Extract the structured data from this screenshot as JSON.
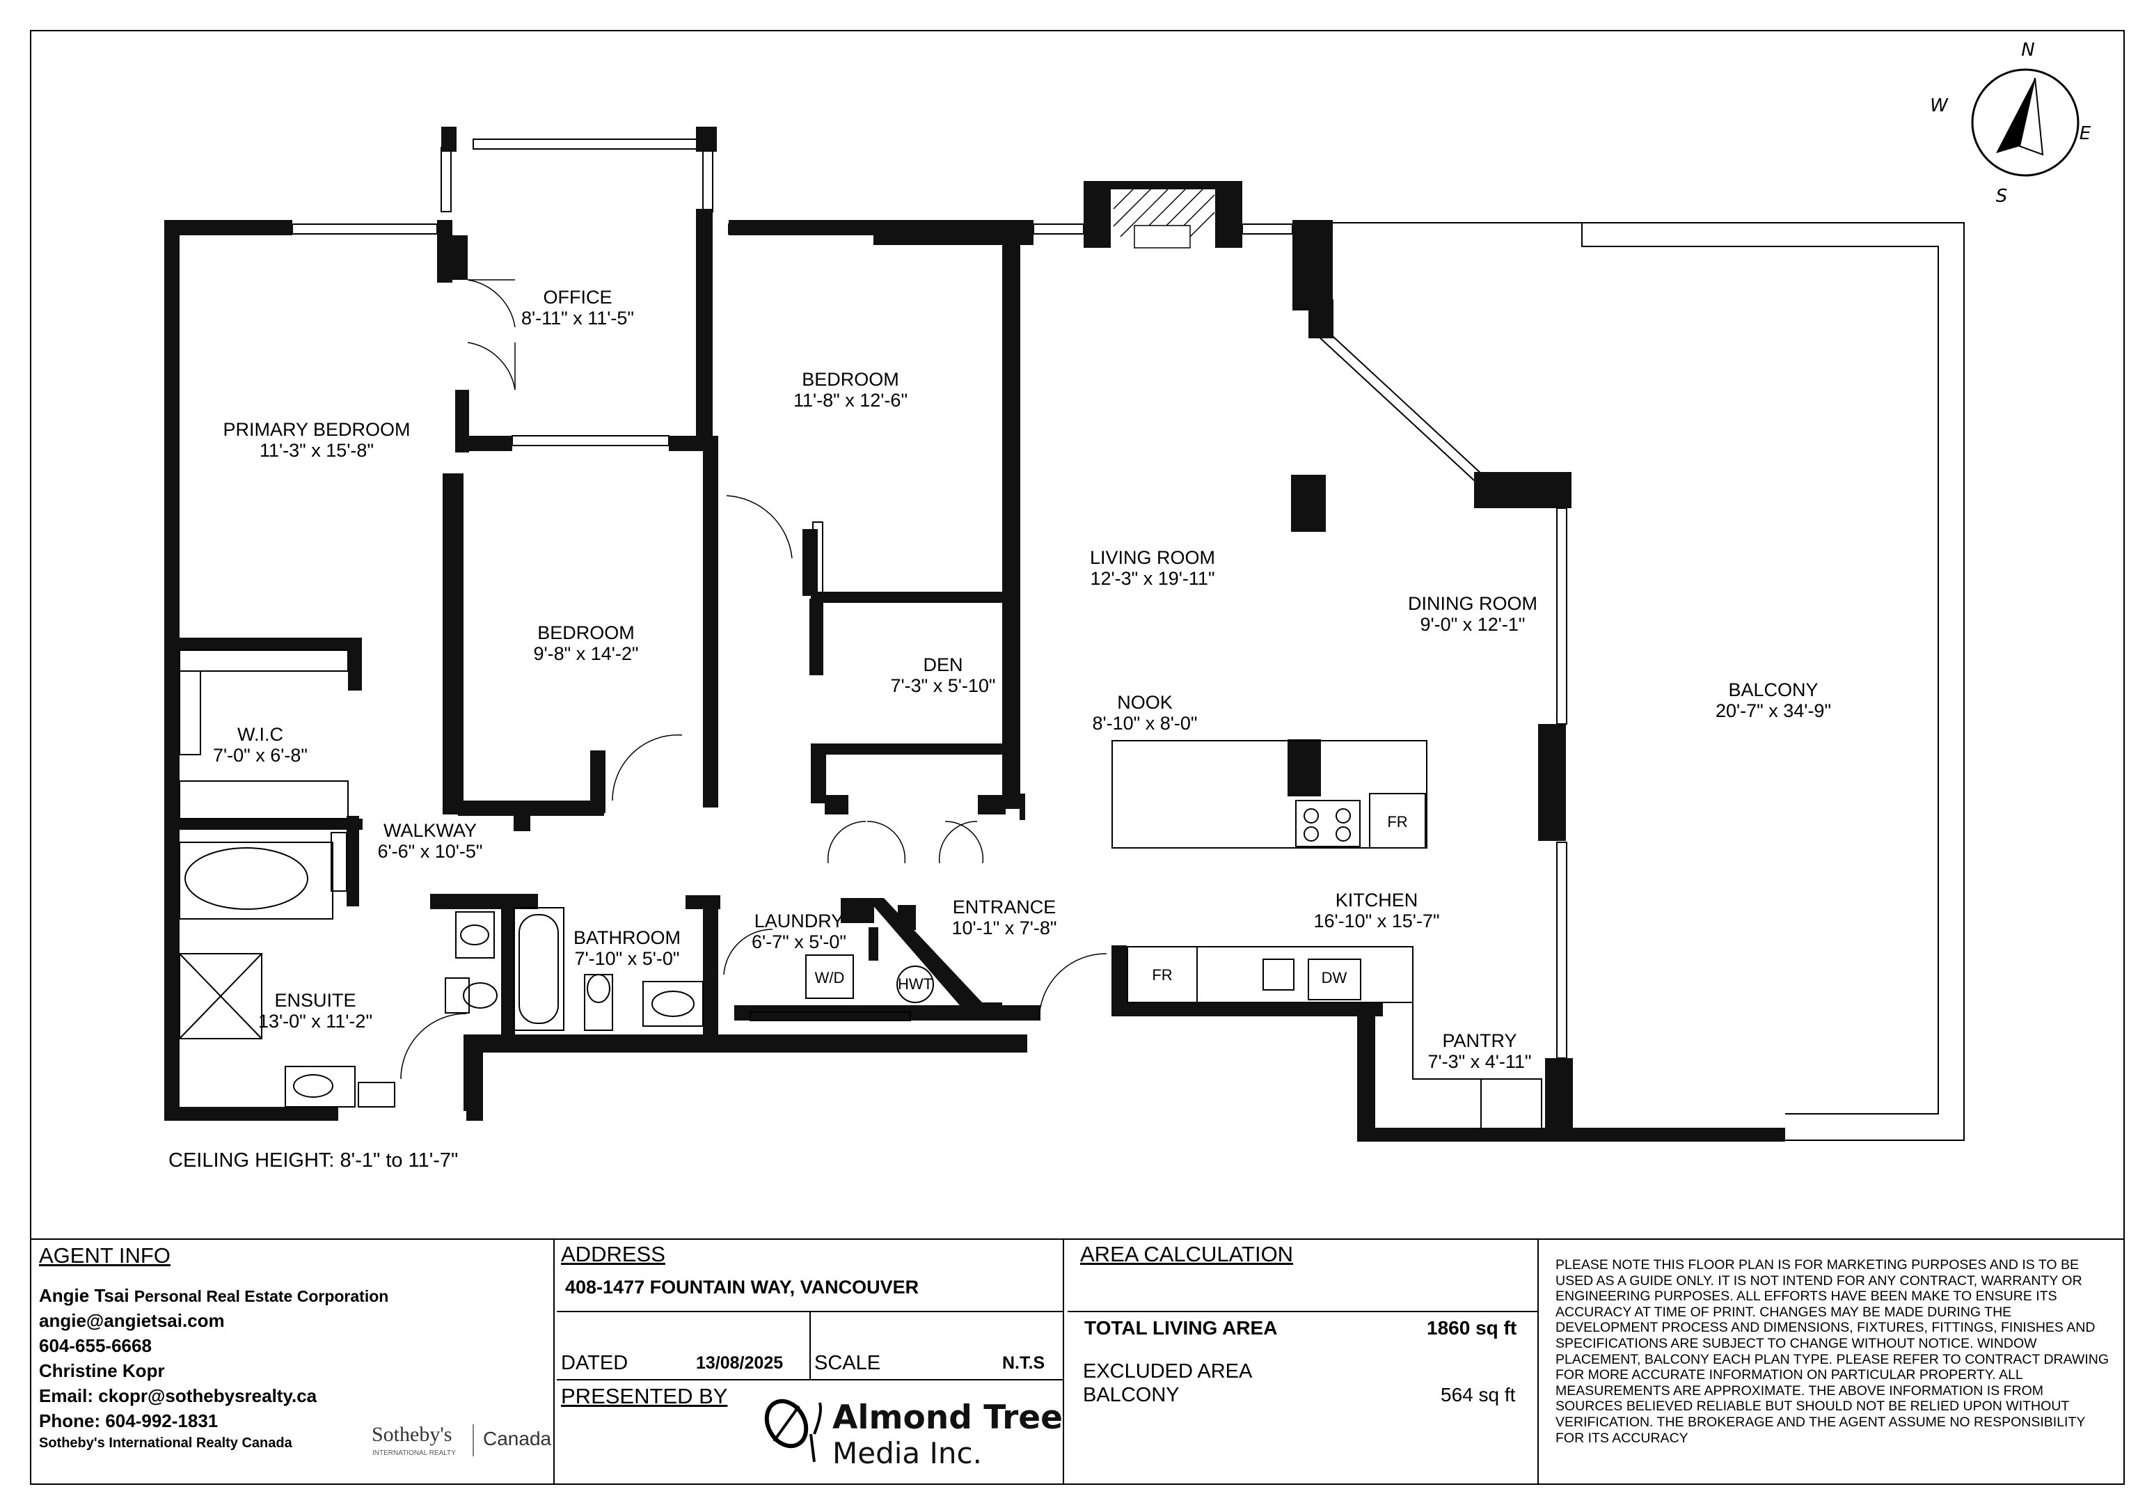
{
  "rooms": [
    {
      "name": "OFFICE",
      "size": "8'-11\" x 11'-5\""
    },
    {
      "name": "PRIMARY BEDROOM",
      "size": "11'-3\" x 15'-8\""
    },
    {
      "name": "BEDROOM",
      "size": "11'-8\" x 12'-6\""
    },
    {
      "name": "BEDROOM",
      "size": "9'-8\" x 14'-2\""
    },
    {
      "name": "W.I.C",
      "size": "7'-0\" x 6'-8\""
    },
    {
      "name": "DEN",
      "size": "7'-3\" x 5'-10\""
    },
    {
      "name": "LIVING ROOM",
      "size": "12'-3\" x 19'-11\""
    },
    {
      "name": "DINING ROOM",
      "size": "9'-0\" x 12'-1\""
    },
    {
      "name": "NOOK",
      "size": "8'-10\" x 8'-0\""
    },
    {
      "name": "BALCONY",
      "size": "20'-7\" x 34'-9\""
    },
    {
      "name": "WALKWAY",
      "size": "6'-6\" x 10'-5\""
    },
    {
      "name": "LAUNDRY",
      "size": "6'-7\" x 5'-0\""
    },
    {
      "name": "ENTRANCE",
      "size": "10'-1\" x 7'-8\""
    },
    {
      "name": "BATHROOM",
      "size": "7'-10\" x 5'-0\""
    },
    {
      "name": "KITCHEN",
      "size": "16'-10\" x 15'-7\""
    },
    {
      "name": "ENSUITE",
      "size": "13'-0\" x 11'-2\""
    },
    {
      "name": "PANTRY",
      "size": "7'-3\" x 4'-11\""
    }
  ],
  "fixtures": {
    "fridge": "FR",
    "washer_dryer": "W/D",
    "hot_water_tank": "HWT",
    "dishwasher": "DW"
  },
  "compass": {
    "north": "N",
    "east": "E",
    "south": "S",
    "west": "W"
  },
  "ceiling_height": "CEILING HEIGHT: 8'-1\" to 11'-7\"",
  "agent_info": {
    "title": "AGENT INFO",
    "agent1_name": "Angie Tsai",
    "agent1_company": "Personal Real Estate Corporation",
    "agent1_email": "angie@angietsai.com",
    "agent1_phone": "604-655-6668",
    "agent2_name": "Christine Kopr",
    "agent2_email": "Email: ckopr@sothebysrealty.ca",
    "agent2_phone": "Phone: 604-992-1831",
    "brokerage": "Sotheby's International Realty Canada",
    "logo_main": "Sotheby's",
    "logo_sub": "INTERNATIONAL REALTY",
    "logo_region": "Canada"
  },
  "address": {
    "title": "ADDRESS",
    "value": "408-1477 FOUNTAIN WAY, VANCOUVER",
    "dated_label": "DATED",
    "dated_value": "13/08/2025",
    "scale_label": "SCALE",
    "scale_value": "N.T.S",
    "presented_label": "PRESENTED BY",
    "presenter_line1": "Almond Tree",
    "presenter_line2": "Media Inc."
  },
  "area": {
    "title": "AREA CALCULATION",
    "total_label": "TOTAL LIVING AREA",
    "total_value": "1860 sq ft",
    "excluded_label": "EXCLUDED AREA",
    "balcony_label": "BALCONY",
    "balcony_value": "564 sq ft"
  },
  "disclaimer": "Please note this floor plan is for marketing purposes and is to be used as a guide only. It is not intend for any contract, warranty or engineering purposes. All efforts have been make to ensure its accuracy at time of print. Changes may be made during the development process and dimensions, fixtures, fittings, finishes and specifications are subject to change without notice. Window placement, balcony each plan type. Please refer to contract drawing for more accurate information on particular property. All measurements are approximate. The above information is from sources believed reliable but should not be relied upon without verification. The brokerage and the agent assume no responsibility for its accuracy"
}
